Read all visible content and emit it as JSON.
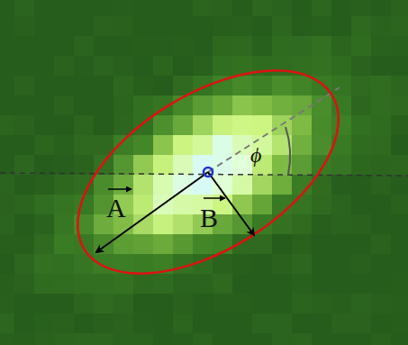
{
  "diagram": {
    "labels": [
      "A",
      "B",
      "ϕ"
    ]
  }
}
